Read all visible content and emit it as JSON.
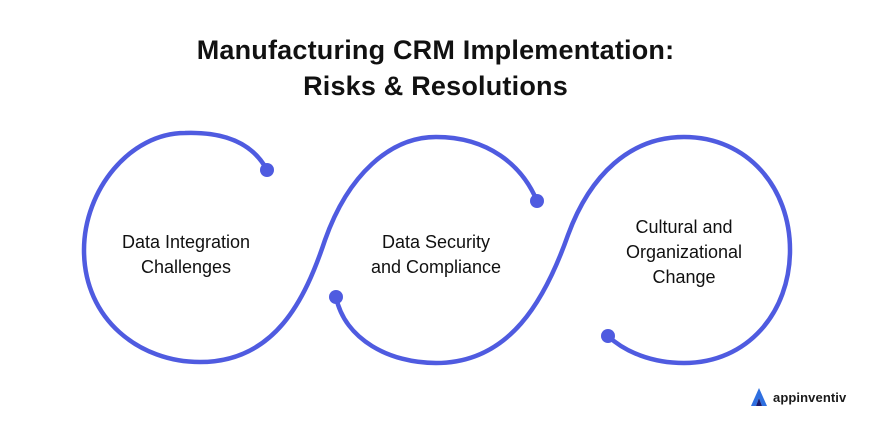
{
  "title": {
    "line1": "Manufacturing CRM Implementation:",
    "line2": "Risks & Resolutions"
  },
  "steps": [
    {
      "lines": [
        "Data Integration",
        "Challenges"
      ]
    },
    {
      "lines": [
        "Data Security",
        "and Compliance"
      ]
    },
    {
      "lines": [
        "Cultural and",
        "Organizational",
        "Change"
      ]
    }
  ],
  "brand": {
    "name": "appinventiv",
    "logo_icon": "triangle-logo-icon"
  },
  "colors": {
    "stroke": "#4f5be0",
    "text": "#111111"
  }
}
